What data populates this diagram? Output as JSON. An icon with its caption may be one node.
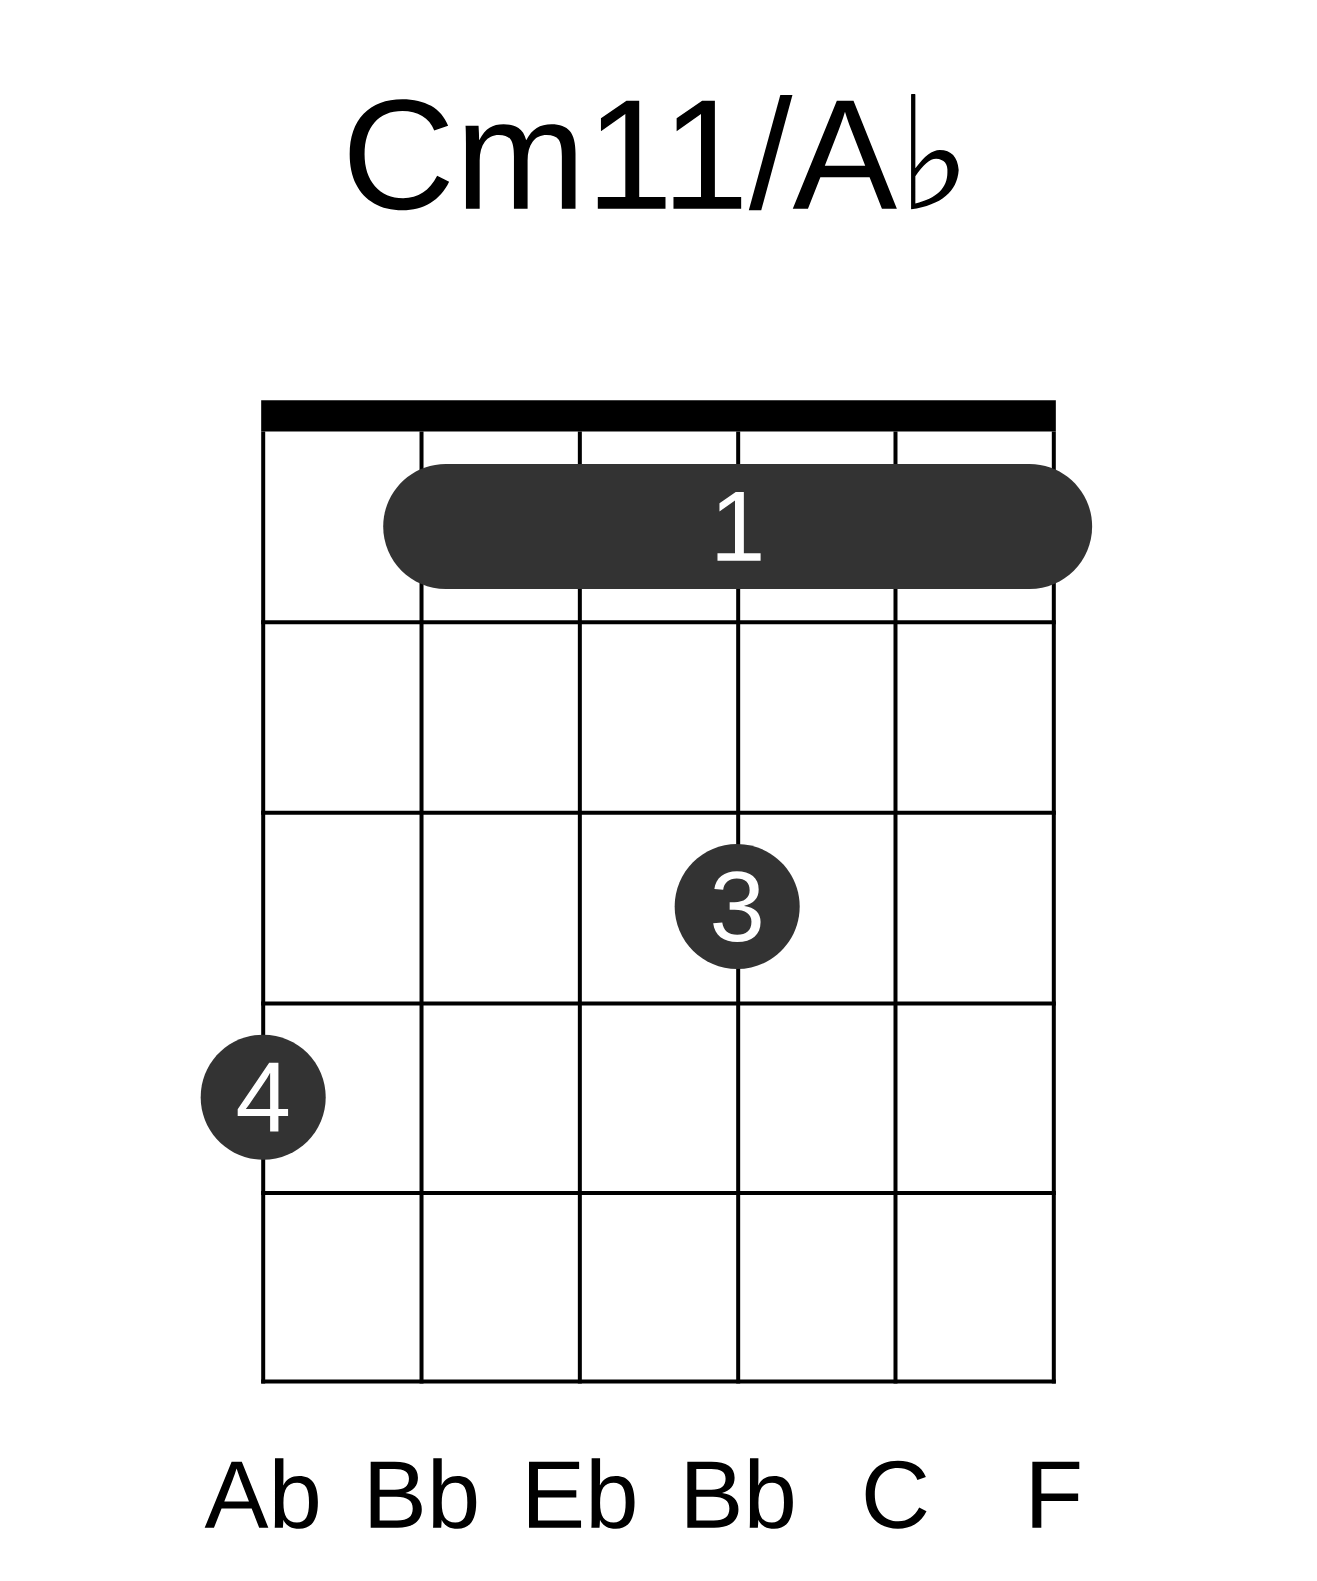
{
  "diagram": {
    "title": "Cm11/A♭",
    "nodes": [
      {
        "text": [
          "1"
        ]
      },
      {
        "text": [
          "3"
        ]
      },
      {
        "text": [
          "4"
        ]
      }
    ],
    "labels": [
      "Ab",
      "Bb",
      "Eb",
      "Bb",
      "C",
      "F"
    ]
  }
}
